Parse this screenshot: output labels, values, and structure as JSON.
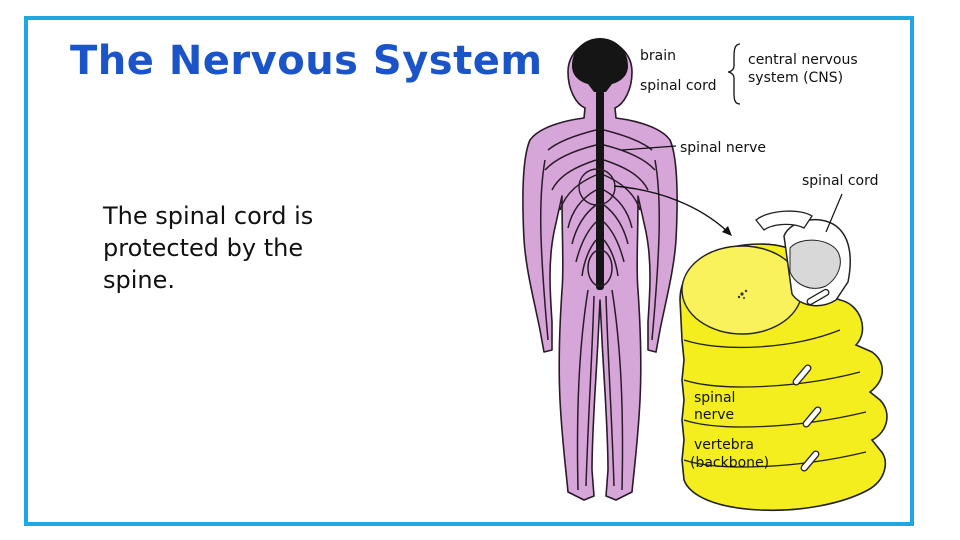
{
  "slide": {
    "title": "The Nervous System",
    "body_lines": [
      "The spinal cord is",
      "protected by the",
      "spine."
    ]
  },
  "diagram": {
    "labels": {
      "brain": "brain",
      "spinal_cord_top": "spinal cord",
      "cns_line1": "central nervous",
      "cns_line2": "system (CNS)",
      "spinal_nerve_top": "spinal nerve",
      "spinal_cord_inset": "spinal cord",
      "spinal_nerve_inset_1": "spinal",
      "spinal_nerve_inset_2": "nerve",
      "vertebra_1": "vertebra",
      "vertebra_2": "(backbone)"
    },
    "colors": {
      "body_fill": "#d7a6d8",
      "nerve_line": "#222222",
      "vertebra_fill": "#f5ee1f",
      "frame_border": "#1ea7e0",
      "title_color": "#1a54c8"
    }
  }
}
